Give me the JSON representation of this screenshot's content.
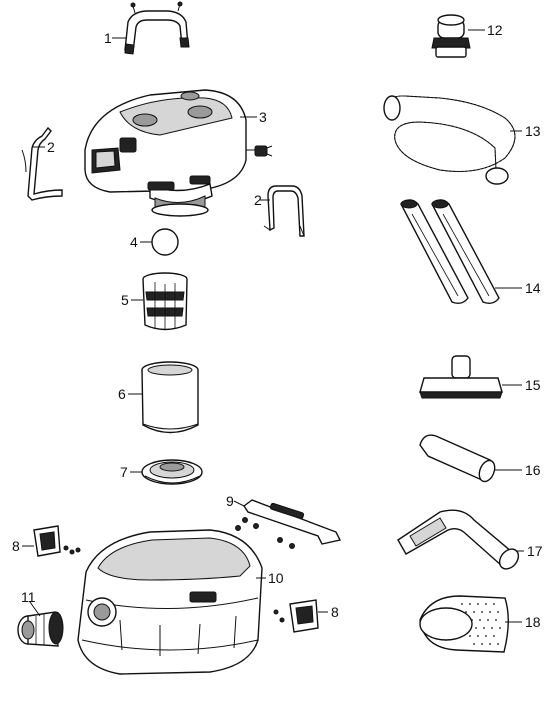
{
  "labels": {
    "p1": "1",
    "p2a": "2",
    "p2b": "2",
    "p3": "3",
    "p4": "4",
    "p5": "5",
    "p6": "6",
    "p7": "7",
    "p8a": "8",
    "p8b": "8",
    "p9": "9",
    "p10": "10",
    "p11": "11",
    "p12": "12",
    "p13": "13",
    "p14": "14",
    "p15": "15",
    "p16": "16",
    "p17": "17",
    "p18": "18"
  }
}
